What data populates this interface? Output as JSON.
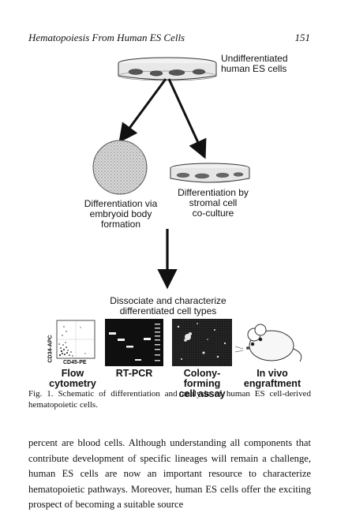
{
  "header": {
    "running_title": "Hematopoiesis From Human ES Cells",
    "page_number": "151"
  },
  "figure": {
    "dish_top_label_line1": "Undifferentiated",
    "dish_top_label_line2": "human ES cells",
    "eb_label_line1": "Differentiation via",
    "eb_label_line2": "embryoid body",
    "eb_label_line3": "formation",
    "stromal_label_line1": "Differentiation by",
    "stromal_label_line2": "stromal cell",
    "stromal_label_line3": "co-culture",
    "dissociate_line1": "Dissociate and characterize",
    "dissociate_line2": "differentiated cell types",
    "flow_y_axis": "CD34-APC",
    "flow_x_axis": "CD45-PE",
    "panel_flow": "Flow cytometry",
    "panel_rtpcr": "RT-PCR",
    "panel_colony_line1": "Colony-forming",
    "panel_colony_line2": "cell assay",
    "panel_invivo_line1": "In vivo",
    "panel_invivo_line2": "engraftment"
  },
  "caption": "Fig. 1. Schematic of differentiation and analysis of human ES cell-derived hematopoietic cells.",
  "body_text": "percent are blood cells. Although understanding all components that contribute development of specific lineages will remain a challenge, human ES cells are now an important resource to characterize hematopoietic pathways. Moreover, human ES cells offer the exciting prospect of becoming a suitable source"
}
